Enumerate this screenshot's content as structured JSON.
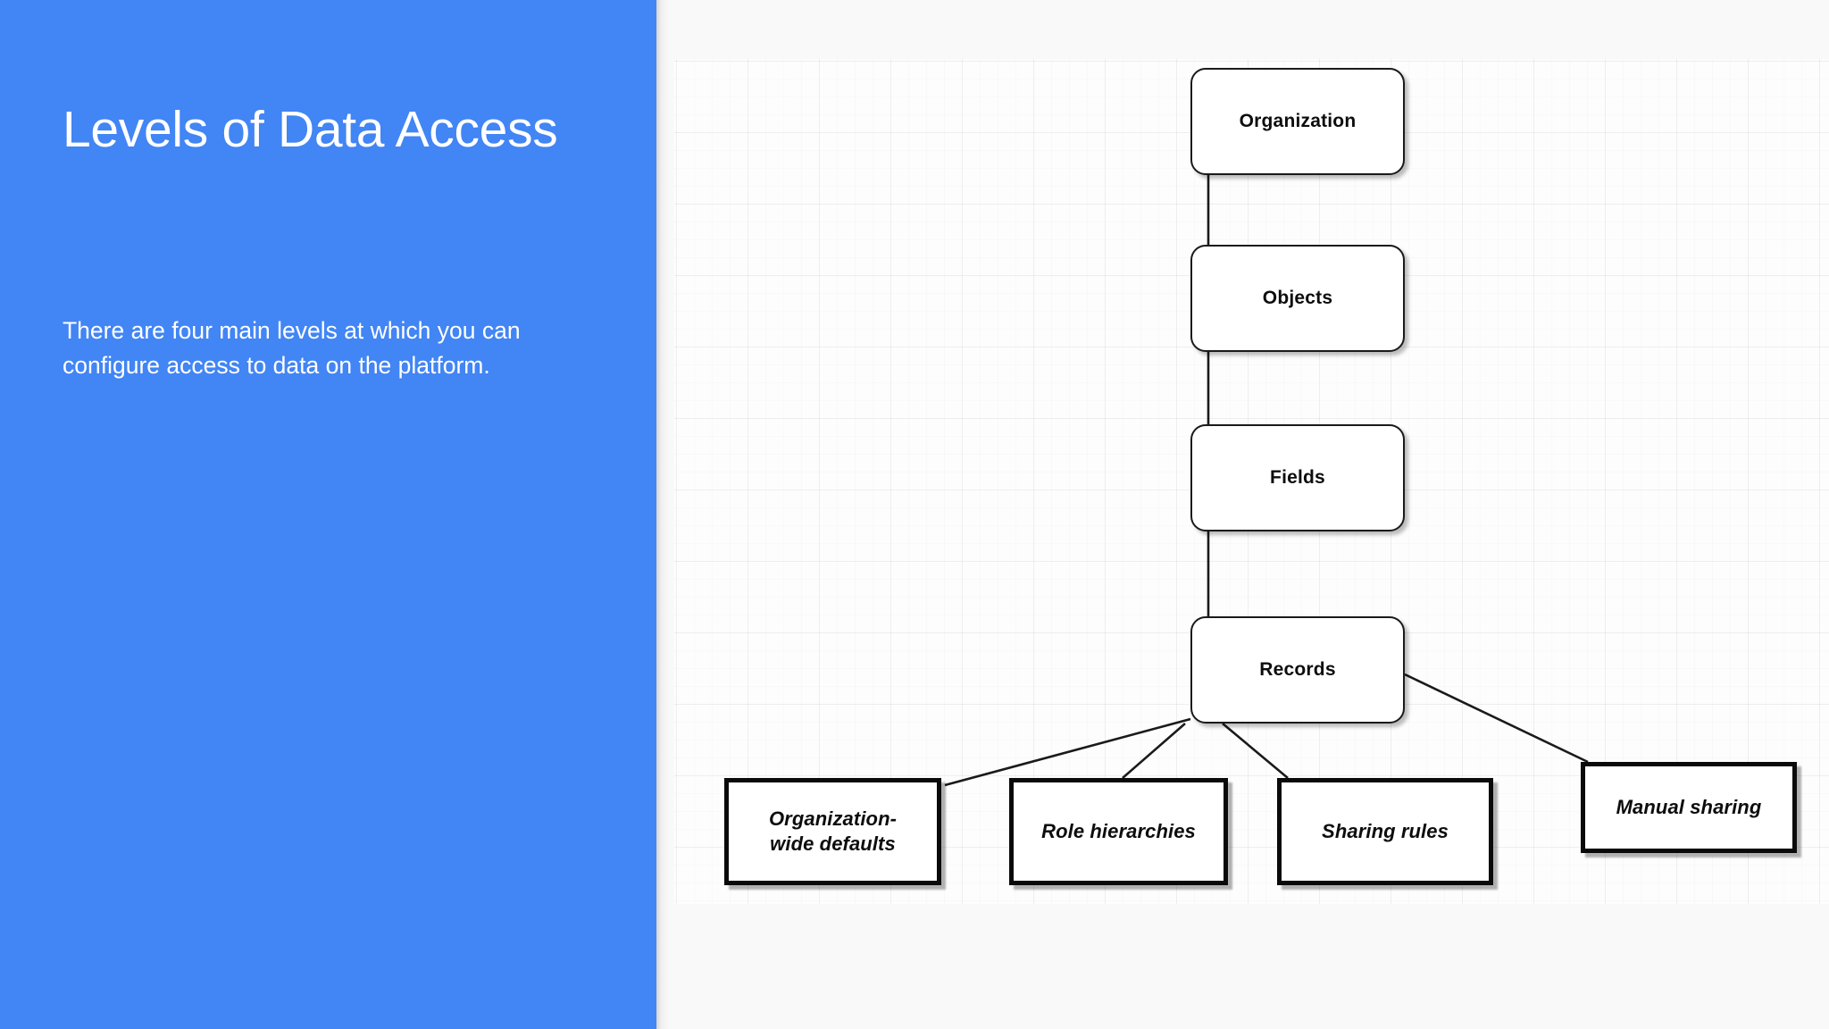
{
  "slide": {
    "accent_color": "#4285F4",
    "canvas_background": "#f9f9f9",
    "node_border_color": "#1a1a1a"
  },
  "panel": {
    "title": "Levels of Data Access",
    "body": "There are four main levels at which you can configure access to data on the platform."
  },
  "diagram": {
    "type": "hierarchy-tree",
    "hierarchy_nodes": [
      {
        "id": "organization",
        "label": "Organization",
        "shape": "rounded-rect",
        "level": 1
      },
      {
        "id": "objects",
        "label": "Objects",
        "shape": "rounded-rect",
        "level": 2
      },
      {
        "id": "fields",
        "label": "Fields",
        "shape": "rounded-rect",
        "level": 3
      },
      {
        "id": "records",
        "label": "Records",
        "shape": "rounded-rect",
        "level": 4
      }
    ],
    "record_sharing_nodes": [
      {
        "id": "org-wide-defaults",
        "label": "Organization-wide defaults",
        "shape": "rect"
      },
      {
        "id": "role-hierarchies",
        "label": "Role hierarchies",
        "shape": "rect"
      },
      {
        "id": "sharing-rules",
        "label": "Sharing rules",
        "shape": "rect"
      },
      {
        "id": "manual-sharing",
        "label": "Manual sharing",
        "shape": "rect"
      }
    ],
    "edges": [
      {
        "from": "organization",
        "to": "objects"
      },
      {
        "from": "objects",
        "to": "fields"
      },
      {
        "from": "fields",
        "to": "records"
      },
      {
        "from": "records",
        "to": "org-wide-defaults"
      },
      {
        "from": "records",
        "to": "role-hierarchies"
      },
      {
        "from": "records",
        "to": "sharing-rules"
      },
      {
        "from": "records",
        "to": "manual-sharing"
      }
    ]
  }
}
